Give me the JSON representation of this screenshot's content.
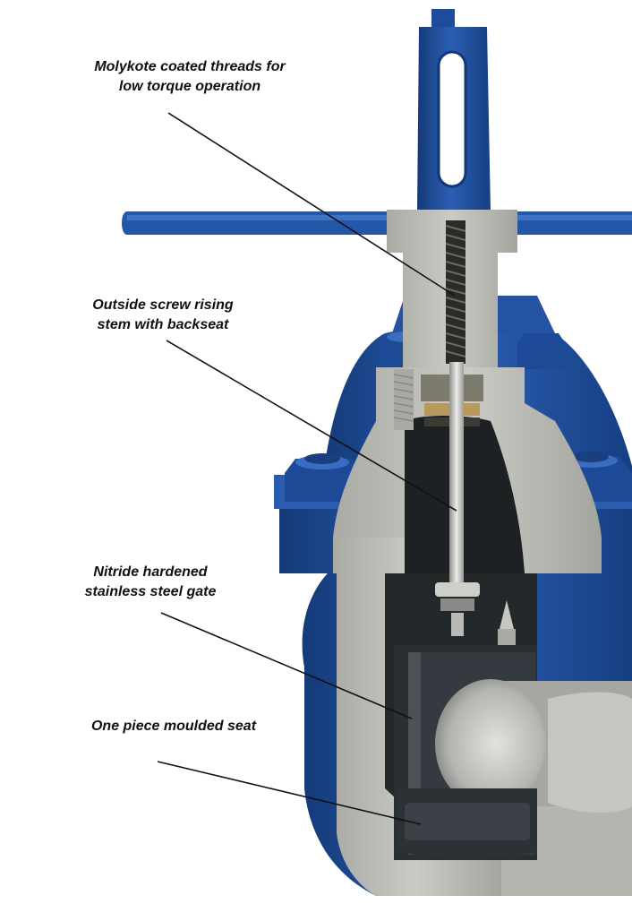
{
  "colors": {
    "body_blue": "#1f4f9e",
    "body_blue_dark": "#143a78",
    "body_blue_light": "#3d6fc2",
    "cut_steel": "#b9bbb4",
    "cut_steel_dark": "#8d8f88",
    "dark_cavity": "#1b1f22",
    "polished_steel": "#d4d4cf",
    "leader_line": "#111111"
  },
  "callouts": [
    {
      "lines": [
        "Molykote coated threads for",
        "low torque operation"
      ],
      "target": "stem-threads"
    },
    {
      "lines": [
        "Outside screw rising",
        "stem with backseat"
      ],
      "target": "valve-stem"
    },
    {
      "lines": [
        "Nitride hardened",
        "stainless steel gate"
      ],
      "target": "gate"
    },
    {
      "lines": [
        "One piece moulded seat"
      ],
      "target": "seat"
    }
  ]
}
